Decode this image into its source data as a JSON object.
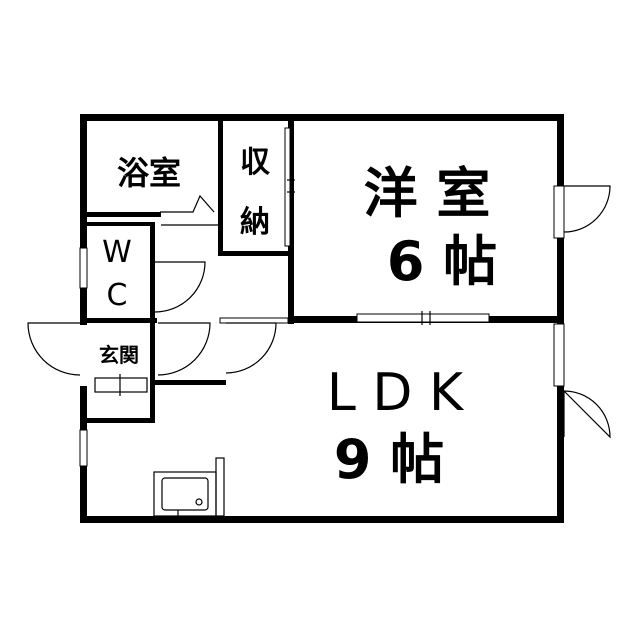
{
  "rooms": {
    "bath": "浴室",
    "storage_top": "収",
    "storage_bottom": "納",
    "western_room_name": "洋 室",
    "western_room_size": "6 帖",
    "wc_top": "W",
    "wc_bottom": "C",
    "entrance": "玄関",
    "ldk_name": "L D K",
    "ldk_size": "9 帖"
  },
  "colors": {
    "wall": "#000000",
    "background": "#ffffff"
  }
}
